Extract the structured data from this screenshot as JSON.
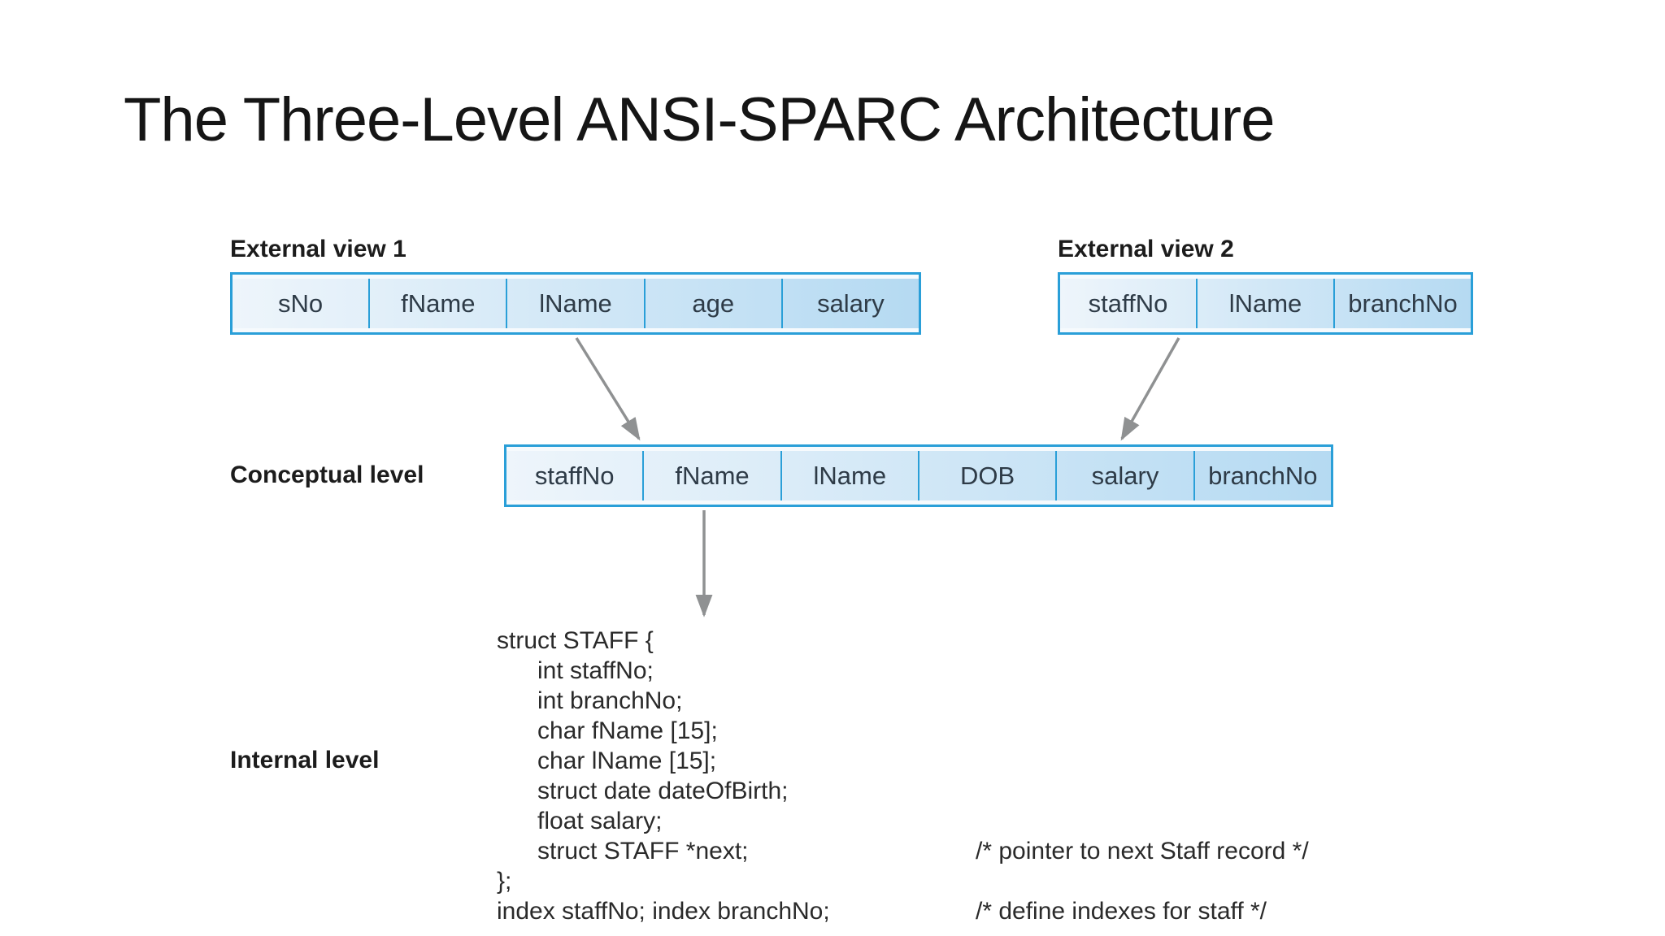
{
  "colors": {
    "border_blue": "#2a9fd8",
    "cell_grad_start": "#eef5fb",
    "cell_grad_end": "#b5daf2",
    "table_strip": "#f6fafd",
    "arrow_gray": "#8f9192",
    "title_color": "#151515",
    "label_color": "#1c1c1c",
    "cell_text": "#2e3b47",
    "code_text": "#2a2a2a"
  },
  "slide": {
    "title": "The Three-Level ANSI-SPARC Architecture"
  },
  "external_view_1": {
    "label": "External view 1",
    "columns": [
      "sNo",
      "fName",
      "lName",
      "age",
      "salary"
    ]
  },
  "external_view_2": {
    "label": "External view 2",
    "columns": [
      "staffNo",
      "lName",
      "branchNo"
    ]
  },
  "conceptual_level": {
    "label": "Conceptual level",
    "columns": [
      "staffNo",
      "fName",
      "lName",
      "DOB",
      "salary",
      "branchNo"
    ]
  },
  "internal_level": {
    "label": "Internal level",
    "code_lines": [
      {
        "text": "struct STAFF {"
      },
      {
        "text": "      int staffNo;"
      },
      {
        "text": "      int branchNo;"
      },
      {
        "text": "      char fName [15];"
      },
      {
        "text": "      char lName [15];"
      },
      {
        "text": "      struct date dateOfBirth;"
      },
      {
        "text": "      float salary;"
      },
      {
        "text": "      struct STAFF *next;",
        "comment": "/* pointer to next Staff record */"
      },
      {
        "text": "};"
      },
      {
        "text": "index staffNo; index branchNo;",
        "comment": "/* define indexes for staff */"
      }
    ]
  }
}
